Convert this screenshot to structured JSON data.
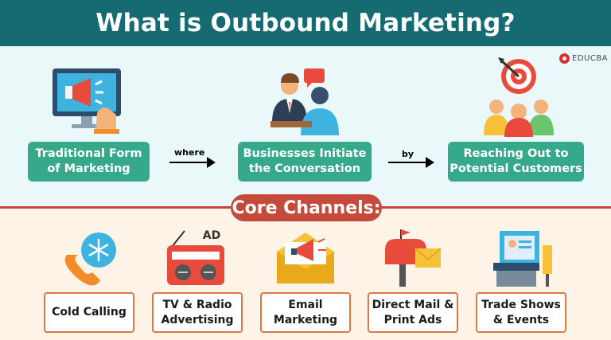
{
  "title": "What is Outbound Marketing?",
  "brand": {
    "name": "EDUCBA",
    "icon": "educba-logo-icon"
  },
  "flow": [
    {
      "label": "Traditional Form\nof Marketing",
      "icon": "monitor-megaphone-icon"
    },
    {
      "label": "Businesses Initiate\nthe Conversation",
      "icon": "business-meeting-icon"
    },
    {
      "label": "Reaching Out to\nPotential Customers",
      "icon": "target-audience-icon"
    }
  ],
  "connectors": [
    "where",
    "by"
  ],
  "section_title": "Core Channels:",
  "channels": [
    {
      "label": "Cold Calling",
      "icon": "phone-snowflake-icon"
    },
    {
      "label": "TV & Radio\nAdvertising",
      "icon": "radio-ad-icon",
      "badge": "AD"
    },
    {
      "label": "Email\nMarketing",
      "icon": "envelope-megaphone-icon"
    },
    {
      "label": "Direct Mail &\nPrint Ads",
      "icon": "mailbox-icon"
    },
    {
      "label": "Trade Shows\n& Events",
      "icon": "trade-booth-icon"
    }
  ],
  "colors": {
    "header": "#166b73",
    "green_box": "#35a98a",
    "accent_red": "#c64a3c",
    "orange_border": "#e0793f",
    "top_bg": "#eaf8fa",
    "bottom_bg": "#fdf3e6"
  }
}
